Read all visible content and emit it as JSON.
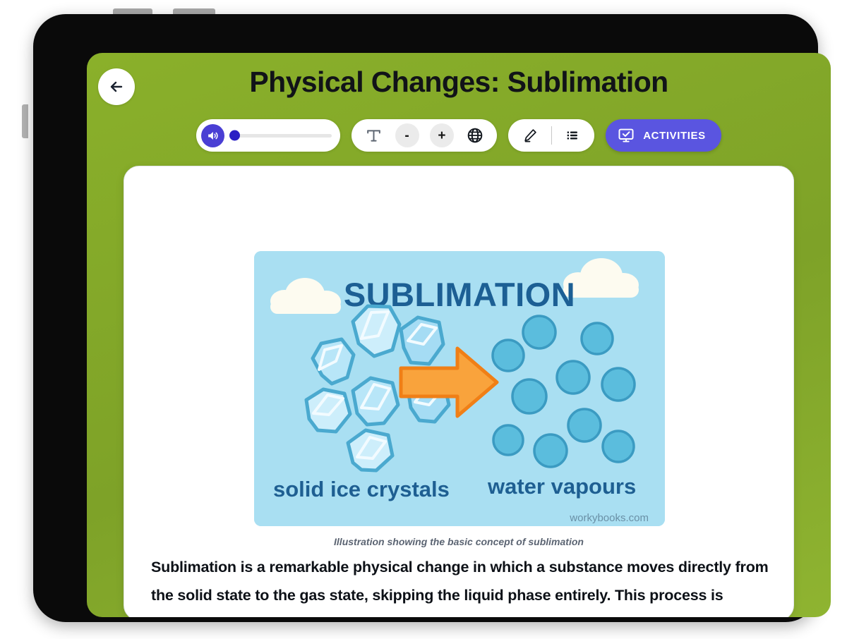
{
  "header": {
    "back_icon": "arrow-left-icon",
    "title": "Physical Changes: Sublimation"
  },
  "toolbar": {
    "audio": {
      "speaker_icon": "speaker-volume-icon",
      "progress_percent": 0
    },
    "text_controls": {
      "text_size_icon": "text-format-icon",
      "decrease_label": "-",
      "increase_label": "+",
      "translate_icon": "globe-icon"
    },
    "annotate": {
      "highlight_icon": "pencil-highlighter-icon",
      "list_icon": "list-bullets-icon"
    },
    "activities": {
      "icon": "monitor-check-icon",
      "label": "ACTIVITIES"
    }
  },
  "content": {
    "illustration": {
      "heading": "SUBLIMATION",
      "left_label": "solid ice crystals",
      "right_label": "water vapours",
      "watermark": "workybooks.com",
      "arrow_icon": "arrow-right-icon",
      "background_color": "#a9dff2",
      "heading_color": "#1c5f94",
      "label_color": "#1e5f92",
      "crystal_fill": "#b8e6f8",
      "crystal_stroke": "#4aa9cf",
      "molecule_fill": "#5bbddd",
      "molecule_stroke": "#3b9bc2",
      "arrow_fill": "#f9a33c",
      "arrow_stroke": "#f07f16",
      "cloud_color": "#fdfbf0"
    },
    "caption": "Illustration showing the basic concept of sublimation",
    "body_paragraph": "Sublimation is a remarkable physical change in which a substance moves directly from the solid state to the gas state, skipping the liquid phase entirely. This process is important in both natural and technological settings, affecting how materials"
  },
  "theme": {
    "screen_background": "#84a92b",
    "accent_purple": "#5a55e0",
    "speaker_purple": "#4a3fd4",
    "card_background": "#ffffff"
  }
}
